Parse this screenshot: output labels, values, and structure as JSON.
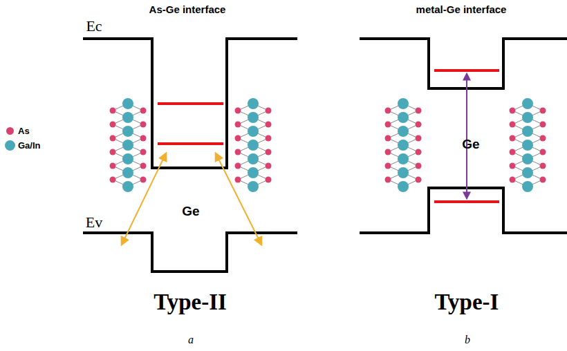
{
  "diagram": {
    "labels": [
      "As-Ge interface",
      "metal-Ge interface",
      "Ec",
      "Ev",
      "Ge",
      "Ge",
      "Type-II",
      "Type-I",
      "a",
      "b"
    ],
    "legend": [
      {
        "text": "As",
        "color": "#d9426f"
      },
      {
        "text": "Ga/In",
        "color": "#4aa9b8"
      }
    ]
  }
}
